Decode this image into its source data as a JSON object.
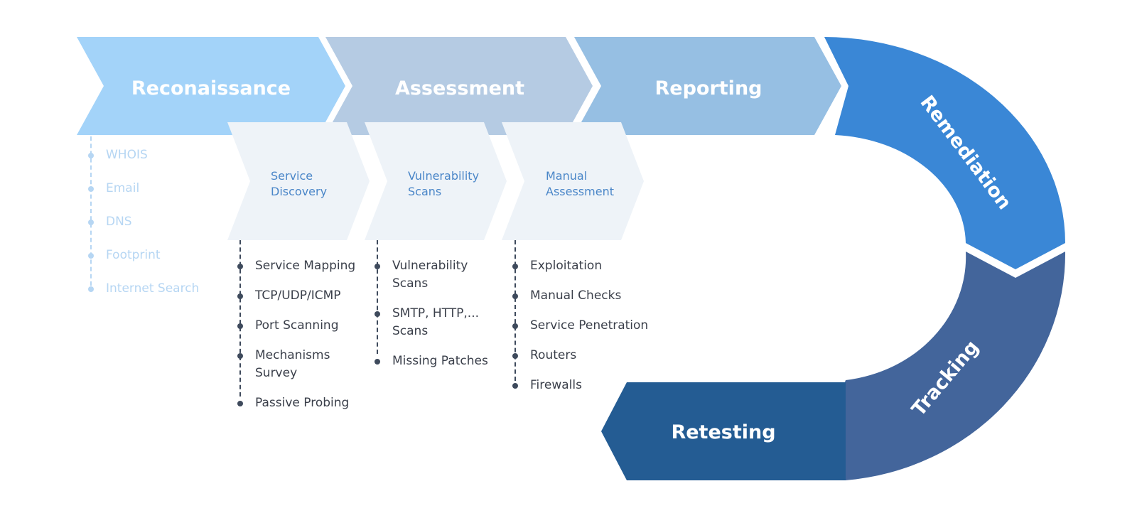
{
  "stages": {
    "reconnaissance": "Reconaissance",
    "assessment": "Assessment",
    "reporting": "Reporting",
    "remediation": "Remediation",
    "tracking": "Tracking",
    "retesting": "Retesting"
  },
  "substages": {
    "service_discovery": [
      "Service",
      "Discovery"
    ],
    "vulnerability_scans": [
      "Vulnerability",
      "Scans"
    ],
    "manual_assessment": [
      "Manual",
      "Assessment"
    ]
  },
  "lists": {
    "recon": [
      "WHOIS",
      "Email",
      "DNS",
      "Footprint",
      "Internet Search"
    ],
    "service_discovery": [
      "Service Mapping",
      "TCP/UDP/ICMP",
      "Port Scanning",
      "Mechanisms Survey",
      "Passive Probing"
    ],
    "vulnerability_scans": [
      "Vulnerability Scans",
      "SMTP, HTTP,... Scans",
      "Missing Patches"
    ],
    "manual_assessment": [
      "Exploitation",
      "Manual Checks",
      "Service Penetration",
      "Routers",
      "Firewalls"
    ]
  },
  "colors": {
    "reconnaissance": "#a3d3f9",
    "assessment": "#b5cbe3",
    "reporting": "#96bfe3",
    "remediation": "#3a87d6",
    "tracking": "#43659b",
    "retesting": "#245c93",
    "substage": "#eef3f8",
    "substage_text": "#4a86c8",
    "list_text": "#3a3f4a",
    "recon_list": "#b6d6f3"
  }
}
